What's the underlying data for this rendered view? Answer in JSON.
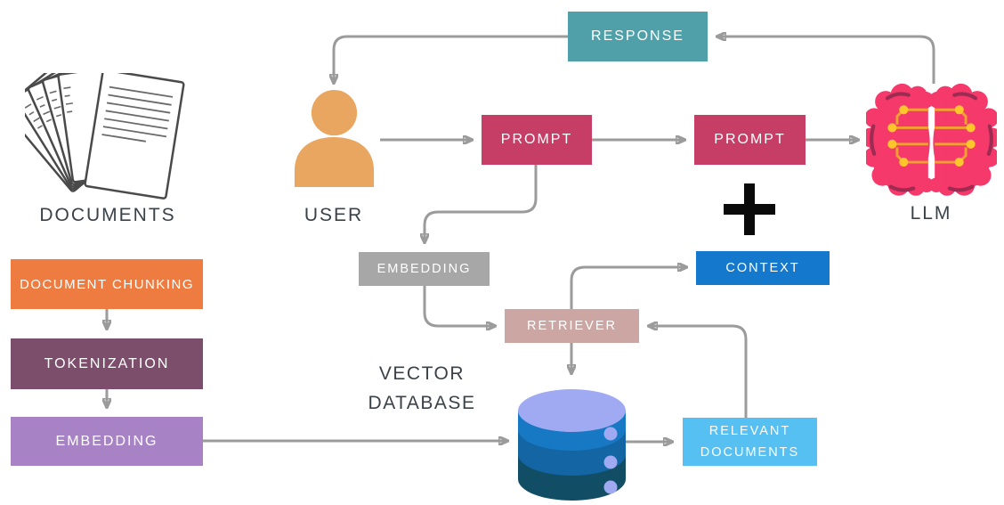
{
  "diagram": {
    "title_hint": "RAG pipeline flow diagram",
    "nodes": {
      "response": {
        "label": "RESPONSE",
        "color": "#4FA0A9"
      },
      "prompt_user": {
        "label": "PROMPT",
        "color": "#C63D66"
      },
      "prompt_llm": {
        "label": "PROMPT",
        "color": "#C63D66"
      },
      "document_chunking": {
        "label": "DOCUMENT CHUNKING",
        "color": "#EE7C40"
      },
      "tokenization": {
        "label": "TOKENIZATION",
        "color": "#7D4E6B"
      },
      "embedding_docs": {
        "label": "EMBEDDING",
        "color": "#A783C5"
      },
      "embedding_query": {
        "label": "EMBEDDING",
        "color": "#A7A7A7"
      },
      "retriever": {
        "label": "RETRIEVER",
        "color": "#CBA6A3"
      },
      "context": {
        "label": "CONTEXT",
        "color": "#1478CC"
      },
      "relevant_documents": {
        "line1": "RELEVANT",
        "line2": "DOCUMENTS",
        "color": "#55C0F1"
      }
    },
    "labels": {
      "documents": "DOCUMENTS",
      "user": "USER",
      "llm": "LLM",
      "vector_database_line1": "VECTOR",
      "vector_database_line2": "DATABASE"
    },
    "icons": {
      "documents": "document-stack-icon",
      "user": "person-icon",
      "llm": "brain-circuit-icon",
      "vector_database": "database-cylinder-icon",
      "plus": "plus-icon"
    },
    "palette": {
      "arrow": "#9B9B9B",
      "label_text": "#3A4149",
      "plus": "#0A0A0A",
      "user_icon": "#E9A660",
      "brain_pink": "#F5396B",
      "brain_arc": "#9E2B52",
      "brain_trace": "#F0A230",
      "brain_node": "#FFC62B",
      "db_top": "#9FAAF2",
      "db_band1": "#1779C4",
      "db_band2": "#1465A3",
      "db_band3": "#114E66"
    },
    "edges": [
      {
        "from": "response",
        "to": "user"
      },
      {
        "from": "user",
        "to": "prompt_user"
      },
      {
        "from": "prompt_user",
        "to": "prompt_llm"
      },
      {
        "from": "prompt_llm",
        "to": "llm"
      },
      {
        "from": "llm",
        "to": "response"
      },
      {
        "from": "prompt_user",
        "to": "embedding_query"
      },
      {
        "from": "embedding_query",
        "to": "retriever"
      },
      {
        "from": "retriever",
        "to": "context"
      },
      {
        "from": "retriever",
        "to": "vector_database"
      },
      {
        "from": "vector_database",
        "to": "relevant_documents"
      },
      {
        "from": "relevant_documents",
        "to": "retriever"
      },
      {
        "from": "document_chunking",
        "to": "tokenization"
      },
      {
        "from": "tokenization",
        "to": "embedding_docs"
      },
      {
        "from": "embedding_docs",
        "to": "vector_database"
      }
    ]
  }
}
